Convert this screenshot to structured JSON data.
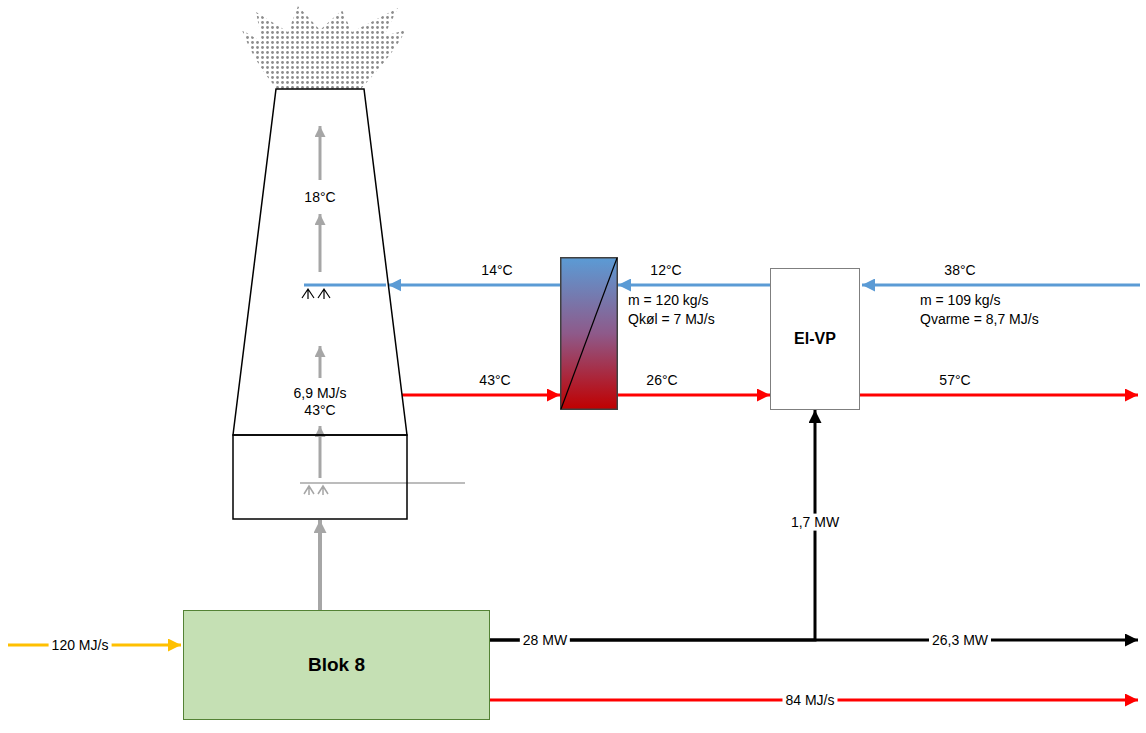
{
  "diagram": {
    "nodes": [
      {
        "text": [
          "18°C",
          "6,9 MJ/s 43°C"
        ]
      },
      {
        "text": [
          "m = 120 kg/s",
          "Qkøl = 7 MJ/s"
        ]
      },
      {
        "text": [
          "El-VP"
        ]
      },
      {
        "text": [
          "Blok 8"
        ]
      }
    ],
    "edges": [
      {
        "from": 3,
        "to": 0,
        "arrow": "to"
      },
      {
        "from": 0,
        "to": 1,
        "label": "43°C",
        "arrow": "to"
      },
      {
        "from": 1,
        "to": 0,
        "label": "14°C",
        "arrow": "to"
      },
      {
        "from": 1,
        "to": 2,
        "label": "26°C",
        "arrow": "to"
      },
      {
        "from": 2,
        "to": 1,
        "label": "12°C",
        "arrow": "to"
      },
      {
        "from": 3,
        "to": 2,
        "label": "1,7 MW",
        "arrow": "to"
      }
    ],
    "labels": [
      "38°C",
      "57°C",
      "m = 109 kg/s",
      "Qvarme = 8,7 MJ/s",
      "120 MJ/s",
      "28 MW",
      "26,3 MW",
      "84 MJ/s"
    ]
  }
}
